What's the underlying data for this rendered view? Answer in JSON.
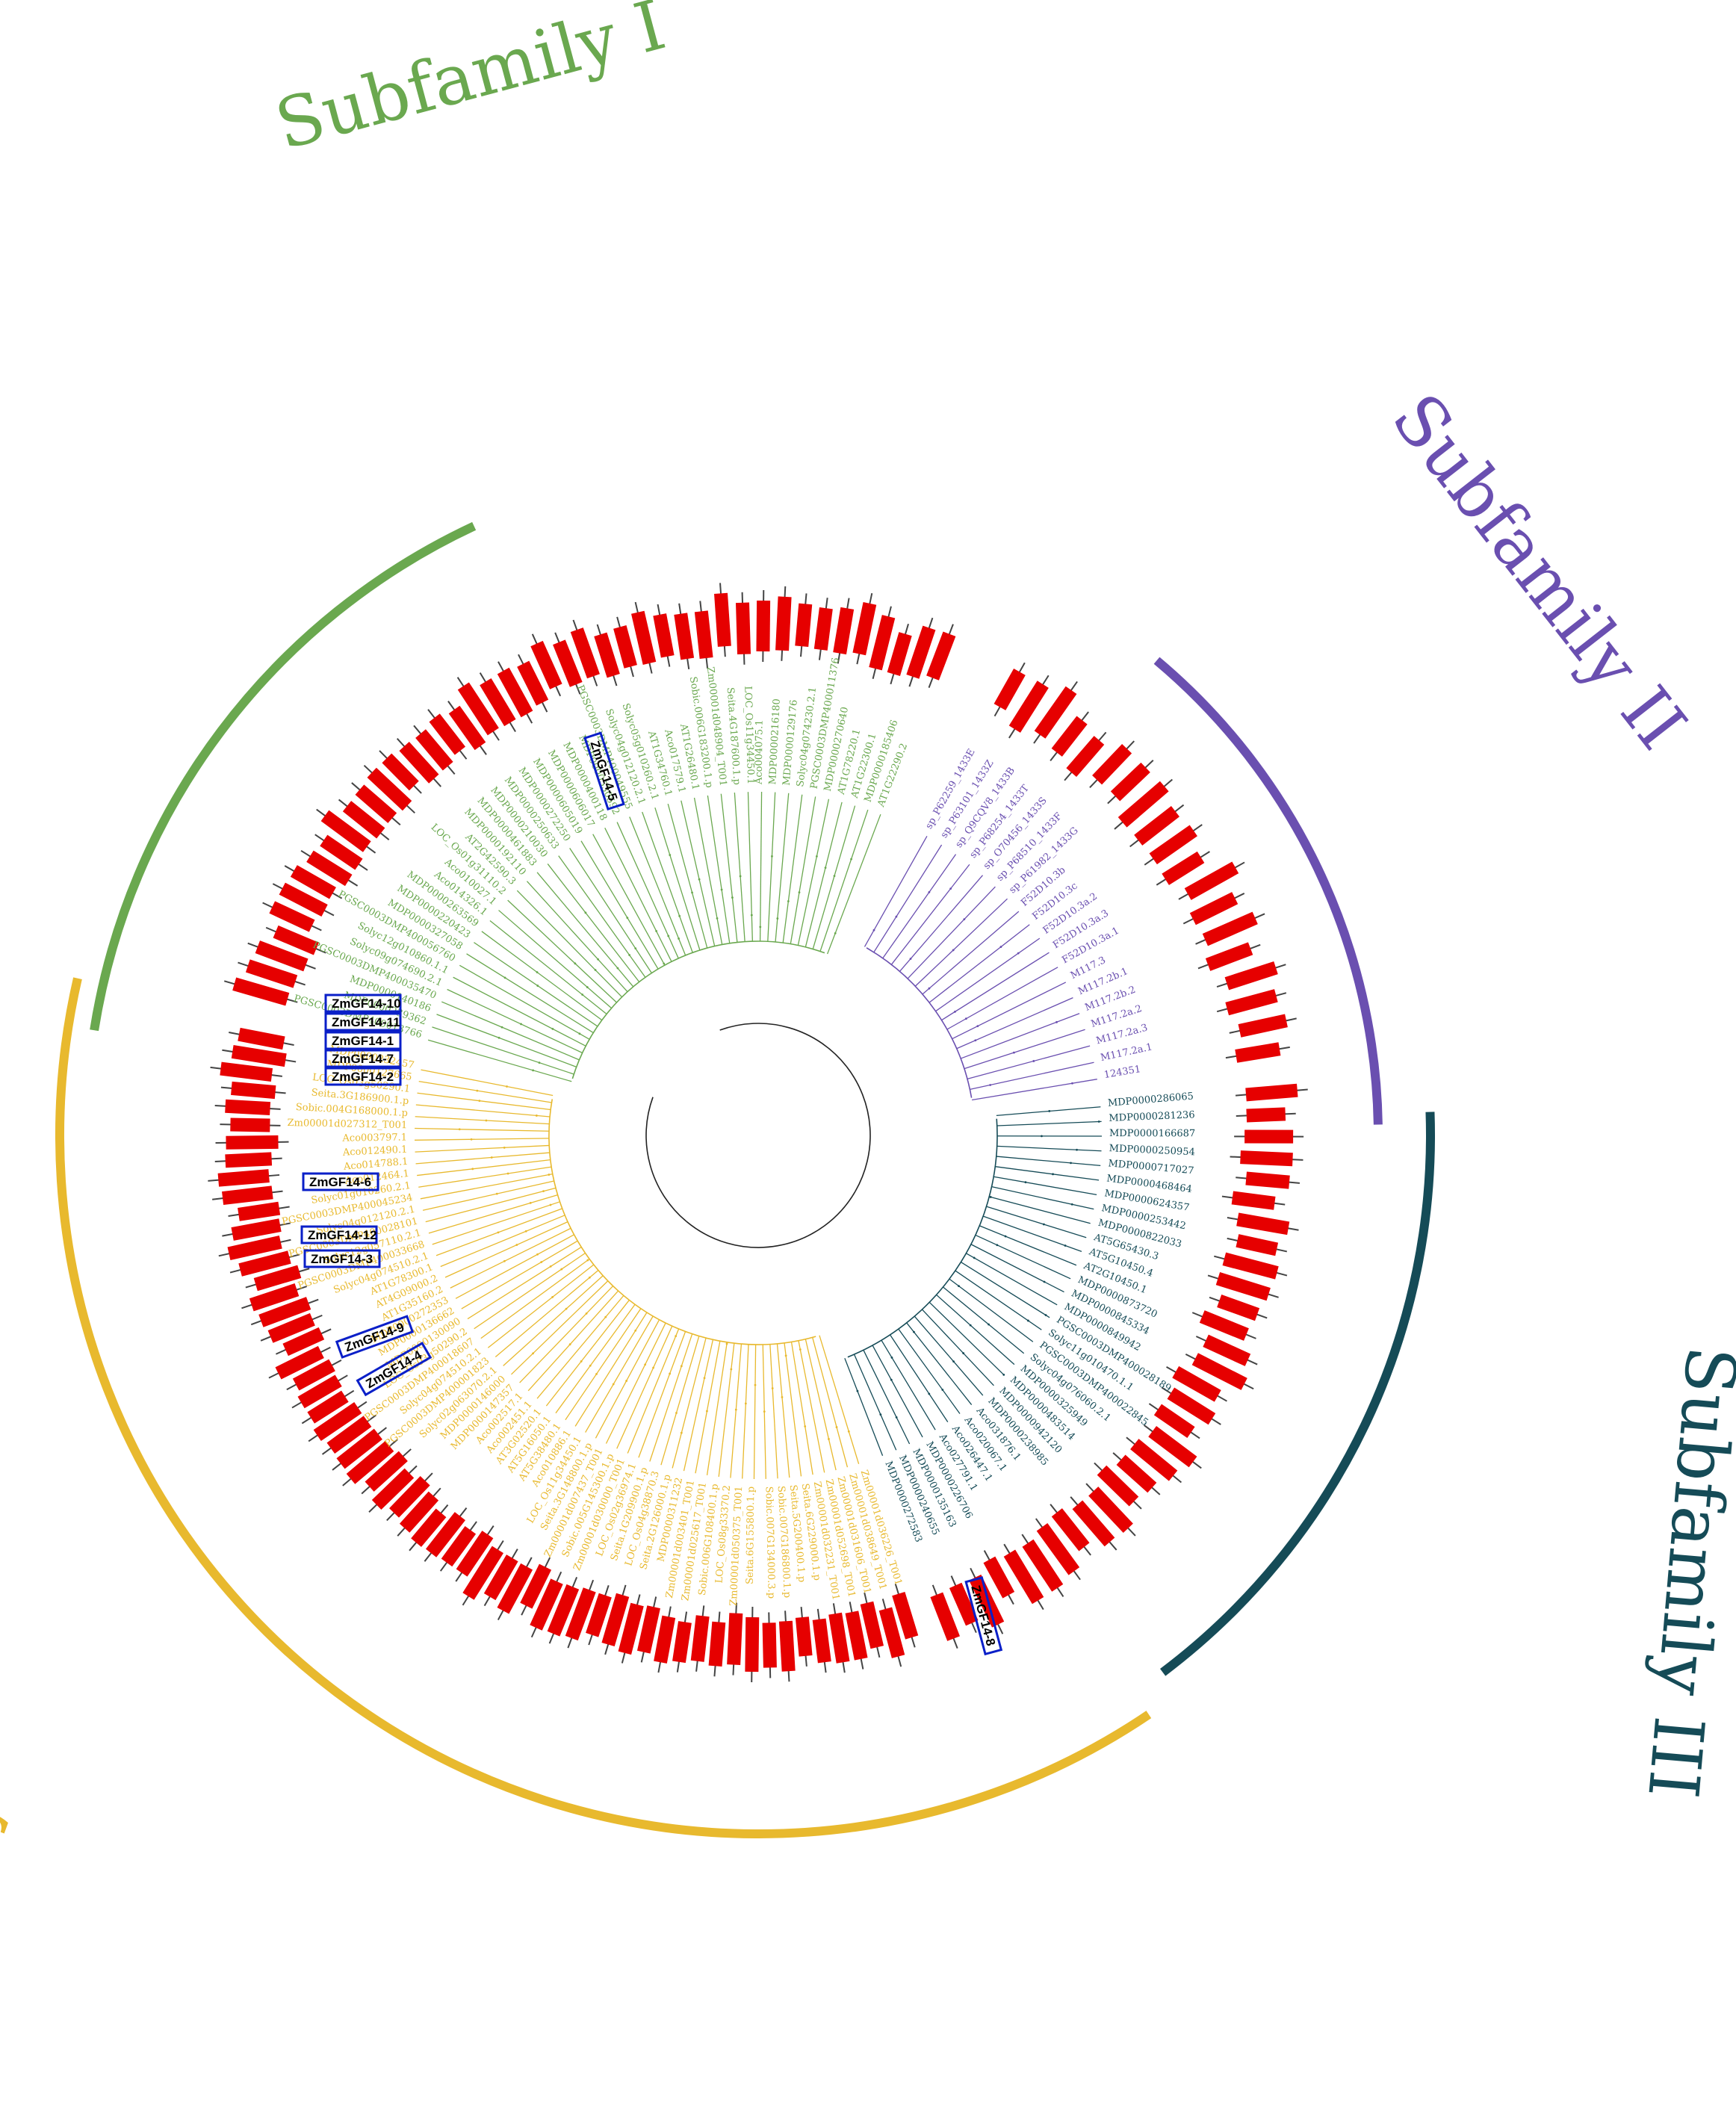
{
  "colors": {
    "sub1": "#6aa84f",
    "sub2": "#6a4fb0",
    "sub3": "#154b57",
    "sub4": "#e8b92e",
    "motif": "#e60000",
    "highlight": "#0a1fc8"
  },
  "subfamilies": [
    {
      "id": "I",
      "label": "Subfamily I",
      "color_key": "sub1"
    },
    {
      "id": "II",
      "label": "Subfamily II",
      "color_key": "sub2"
    },
    {
      "id": "III",
      "label": "Subfamily III",
      "color_key": "sub3"
    },
    {
      "id": "IV",
      "label": "Subfamily IV",
      "color_key": "sub4"
    }
  ],
  "clades": {
    "I": [
      "PGSC0003DMP400013766",
      "MDP0000239362",
      "MDP0000140186",
      "PGSC0003DMP400035470",
      "Solyc09g074690.2.1",
      "Solyc12g010860.1.1",
      "PGSC0003DMP400056760",
      "MDP0000327058",
      "MDP0000220423",
      "MDP0000263569",
      "Aco014326.1",
      "Aco010027.1",
      "LOC_Os01g31110.2",
      "AT2G42590.3",
      "MDP0000192110",
      "MDP0000461883",
      "MDP0000210030",
      "MDP0000250633",
      "MDP0000272250",
      "MDP0000605019",
      "MDP0000606017",
      "MDP0000400118",
      "MDP0000530592",
      "PGSC0003DMP400049555",
      "Solyc04g012120.2.1",
      "Solyc05g010260.2.1",
      "AT1G34760.1",
      "Aco017579.1",
      "AT1G26480.1",
      "Sobic.006G183200.1.p",
      "Zm00001d048904_T001",
      "Seita.4G187600.1.p",
      "LOC_Os11g34450.1",
      "Aco004075.1",
      "MDP0000216180",
      "MDP0000129176",
      "Solyc04g074230.2.1",
      "PGSC0003DMP400011376",
      "MDP0000270640",
      "AT1G78220.1",
      "AT1G22300.1",
      "MDP0000185406",
      "AT1G22290.2"
    ],
    "II": [
      "sp_P62259_1433E",
      "sp_P63101_1433Z",
      "sp_Q9CQV8_1433B",
      "sp_P68254_1433T",
      "sp_O70456_1433S",
      "sp_P68510_1433F",
      "sp_P61982_1433G",
      "F52D10.3b",
      "F52D10.3c",
      "F52D10.3a.2",
      "F52D10.3a.3",
      "F52D10.3a.1",
      "M117.3",
      "M117.2b.1",
      "M117.2b.2",
      "M117.2a.2",
      "M117.2a.3",
      "M117.2a.1",
      "124351"
    ],
    "III": [
      "MDP0000286065",
      "MDP0000281236",
      "MDP0000166687",
      "MDP0000250954",
      "MDP0000717027",
      "MDP0000468464",
      "MDP0000624357",
      "MDP0000253442",
      "MDP0000822033",
      "AT5G65430.3",
      "AT5G10450.4",
      "AT2G10450.1",
      "MDP0000873720",
      "MDP0000845334",
      "MDP0000849942",
      "PGSC0003DMP400028189",
      "Solyc11g010470.1.1",
      "PGSC0003DMP400022845",
      "Solyc04g076060.2.1",
      "MDP0000325949",
      "MDP0000483514",
      "MDP0000942120",
      "MDP0000238985",
      "Aco031876.1",
      "Aco020067.1",
      "Aco026447.1",
      "Aco027791.1",
      "MDP0000226706",
      "MDP0000135163",
      "MDP0000240655",
      "MDP0000272583"
    ],
    "IV": [
      "Zm00001d036226_T001",
      "Zm00001d038649_T001",
      "Zm00001d031606_T001",
      "Zm00001d052698_T001",
      "Zm00001d032231_T001",
      "Seita.6G229000.1.p",
      "Seita.5G200400.1.p",
      "Sobic.007G186800.1.p",
      "Sobic.007G134000.3.p",
      "Seita.6G155800.1.p",
      "Zm00001d050375_T001",
      "LOC_Os08g33370.2",
      "Sobic.006G108400.1.p",
      "Zm00001d025617_T001",
      "Zm00001d003401_T001",
      "MDP0000311232",
      "Seita.2G126000.1.p",
      "LOC_Os04g38870.3",
      "Seita.1G209900.1.p",
      "LOC_Os02g36974.1",
      "Zm00001d030000_T001",
      "Sobic.005G145300.1.p",
      "Zm00001d007437_T001",
      "Seita.3G148800.1.p",
      "LOC_Os11g34450.1",
      "Aco010886.1",
      "AT5G38480.1",
      "AT5G16050.1",
      "AT3G02520.1",
      "Aco002451.1",
      "Aco002517.1",
      "MDP0000147357",
      "MDP0000146000",
      "Solyc02g063070.2.1",
      "PGSC0003DMP400001823",
      "Solyc04g074510.2.1",
      "PGSC0003DMP400018607",
      "LOC_Os03g50290.2",
      "MDP0000130090",
      "MDP0000136662",
      "MDP0000272353",
      "AT1G35160.2",
      "AT4G09000.2",
      "AT1G78300.1",
      "Solyc04g074510.2.1",
      "PGSC0003DMP400033668",
      "Solyc12g057110.2.1",
      "PGSC0003DMP400028101",
      "Solyc04g012120.2.1",
      "PGSC0003DMP400045234",
      "Solyc01g010260.2.1",
      "Aco012464.1",
      "Aco014788.1",
      "Aco012490.1",
      "Aco003797.1",
      "Zm00001d027312_T001",
      "Sobic.004G168000.1.p",
      "Seita.3G186900.1.p",
      "LOC_Os03g50290.1",
      "MDP0000127665",
      "MDP0000232457"
    ]
  },
  "zm_tags": [
    {
      "label": "ZmGF14-5"
    },
    {
      "label": "ZmGF14-10"
    },
    {
      "label": "ZmGF14-11"
    },
    {
      "label": "ZmGF14-1"
    },
    {
      "label": "ZmGF14-7"
    },
    {
      "label": "ZmGF14-2"
    },
    {
      "label": "ZmGF14-6"
    },
    {
      "label": "ZmGF14-12"
    },
    {
      "label": "ZmGF14-3"
    },
    {
      "label": "ZmGF14-9"
    },
    {
      "label": "ZmGF14-4"
    },
    {
      "label": "ZmGF14-8"
    }
  ]
}
